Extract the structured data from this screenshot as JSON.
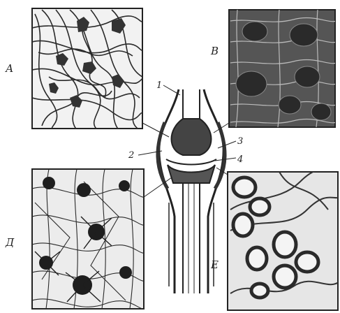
{
  "figure": {
    "panels": [
      {
        "id": "A",
        "label": "А",
        "description_icon": "connective-tissue-fibers"
      },
      {
        "id": "B",
        "label": "В",
        "description_icon": "cartilage-chondrocytes"
      },
      {
        "id": "C",
        "label": "Д",
        "description_icon": "bone-osteocytes"
      },
      {
        "id": "D",
        "label": "Е",
        "description_icon": "fat-cells"
      }
    ],
    "joint_labels": [
      "1",
      "2",
      "3",
      "4"
    ],
    "colors": {
      "ink": "#222222",
      "dark": "#333333",
      "mid": "#777777",
      "light": "#dddddd",
      "paper": "#ffffff"
    }
  }
}
